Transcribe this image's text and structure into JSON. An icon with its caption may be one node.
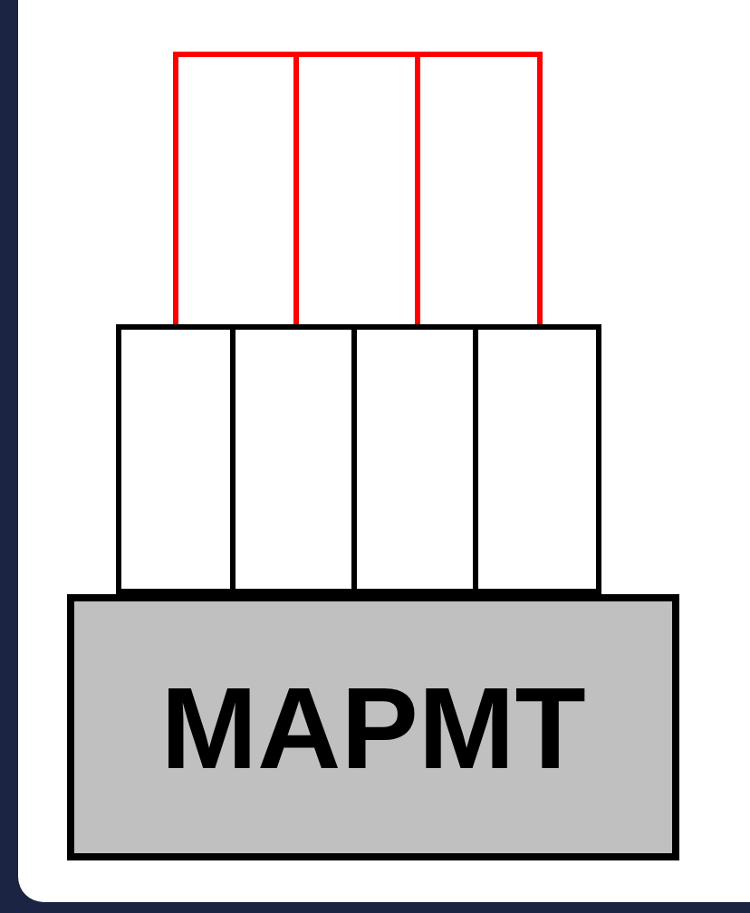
{
  "diagram": {
    "nodes": [
      {
        "text": [
          "MAPMT"
        ]
      },
      {
        "text": [],
        "shape": "box"
      },
      {
        "text": [],
        "shape": "box"
      },
      {
        "text": [],
        "shape": "box"
      },
      {
        "text": [],
        "shape": "box"
      }
    ],
    "edges": [
      {
        "from": 1,
        "to": 2,
        "arrow": "none"
      },
      {
        "from": 2,
        "to": 3,
        "arrow": "none"
      },
      {
        "from": 3,
        "to": 4,
        "arrow": "none"
      }
    ]
  }
}
